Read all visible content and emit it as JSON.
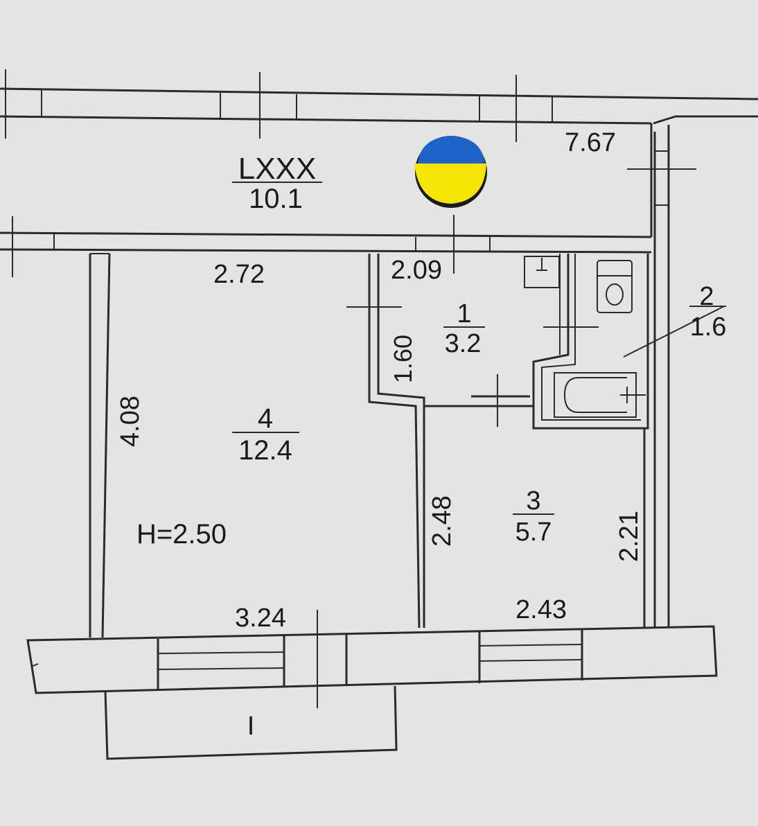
{
  "corridor": {
    "name": "LXXX",
    "area": "10.1",
    "length": "7.67"
  },
  "rooms": [
    {
      "id": "1",
      "number": "1",
      "area": "3.2"
    },
    {
      "id": "2",
      "number": "2",
      "area": "1.6"
    },
    {
      "id": "3",
      "number": "3",
      "area": "5.7"
    },
    {
      "id": "4",
      "number": "4",
      "area": "12.4"
    }
  ],
  "dimensions": {
    "room4_top": "2.72",
    "room4_bottom": "3.24",
    "room4_side": "4.08",
    "room1_top": "2.09",
    "room1_side": "1.60",
    "room3_left": "2.48",
    "room3_right": "2.21",
    "room3_bottom": "2.43"
  },
  "ceiling_height": "H=2.50",
  "balcony_label": "I",
  "flag_colors": {
    "top": "#1e63c8",
    "bottom": "#f5e406"
  }
}
